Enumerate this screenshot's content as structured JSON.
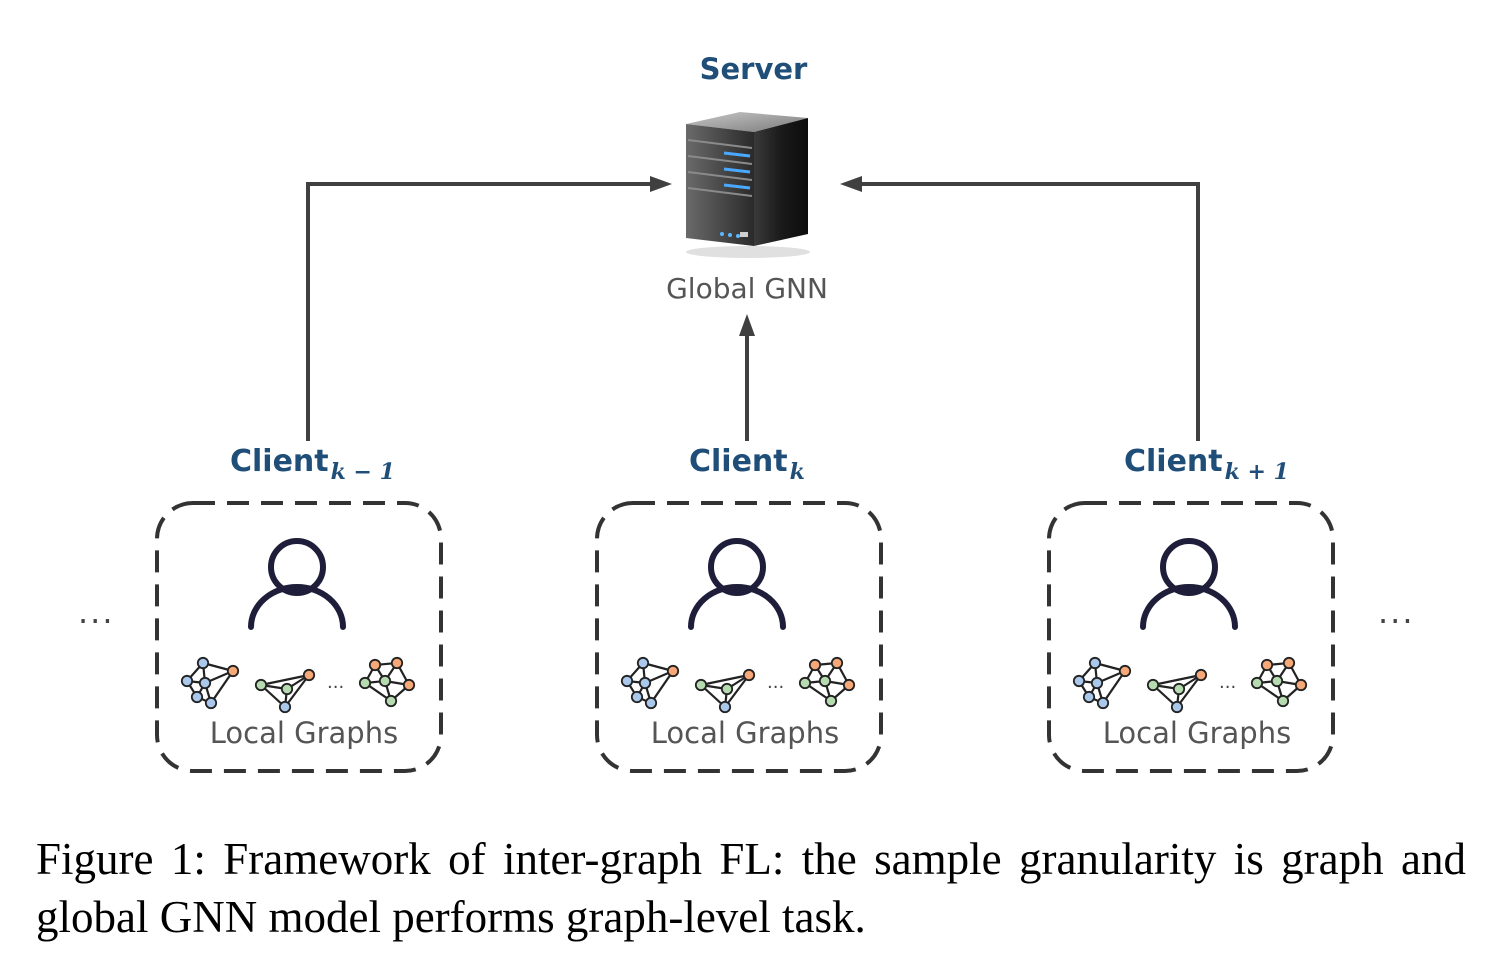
{
  "server": {
    "title": "Server",
    "model_label": "Global GNN"
  },
  "clients": [
    {
      "name": "Client",
      "subscript": "k − 1",
      "local_label": "Local Graphs"
    },
    {
      "name": "Client",
      "subscript": "k",
      "local_label": "Local Graphs"
    },
    {
      "name": "Client",
      "subscript": "k + 1",
      "local_label": "Local Graphs"
    }
  ],
  "ellipsis": "···",
  "inner_ellipsis": "···",
  "caption": "Figure 1:  Framework of inter-graph FL: the sample granularity is graph and global GNN model performs graph-level task.",
  "colors": {
    "title_blue": "#1f4e79",
    "arrow": "#404040",
    "node_blue": "#a9c8ec",
    "node_green": "#b7dbb0",
    "node_orange": "#f6a878"
  }
}
